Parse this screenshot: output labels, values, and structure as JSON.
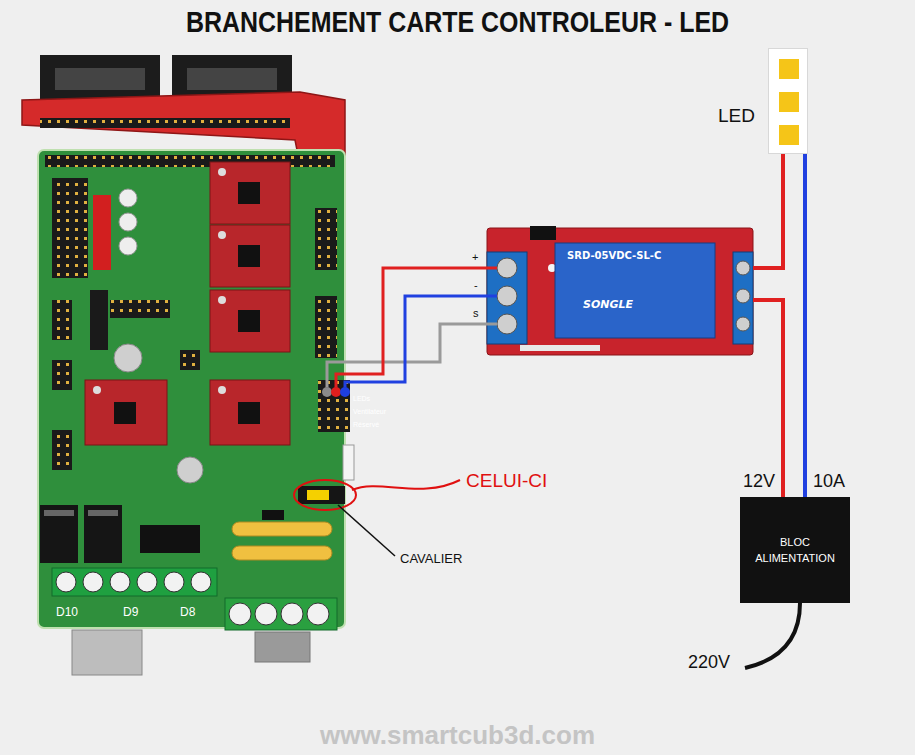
{
  "diagram": {
    "title": "BRANCHEMENT CARTE CONTROLEUR - LED",
    "nodes": [
      {
        "text": [
          "LED"
        ]
      },
      {
        "text": [
          "SRD-05VDC-SL-C",
          "SONGLE"
        ]
      },
      {
        "text": [
          "BLOC ALIMENTATION"
        ]
      }
    ],
    "edges": [
      {
        "from": 0,
        "to": 1,
        "arrow": "none"
      },
      {
        "from": 1,
        "to": 2,
        "label": "12V",
        "arrow": "none"
      },
      {
        "from": 0,
        "to": 2,
        "label": "10A",
        "arrow": "none"
      }
    ],
    "labels": [
      "+",
      "-",
      "s",
      "LEDs",
      "Ventilateur",
      "Réservé",
      "CELUI-CI",
      "CAVALIER",
      "D10",
      "D9",
      "D8",
      "220V",
      "www.smartcub3d.com"
    ]
  }
}
